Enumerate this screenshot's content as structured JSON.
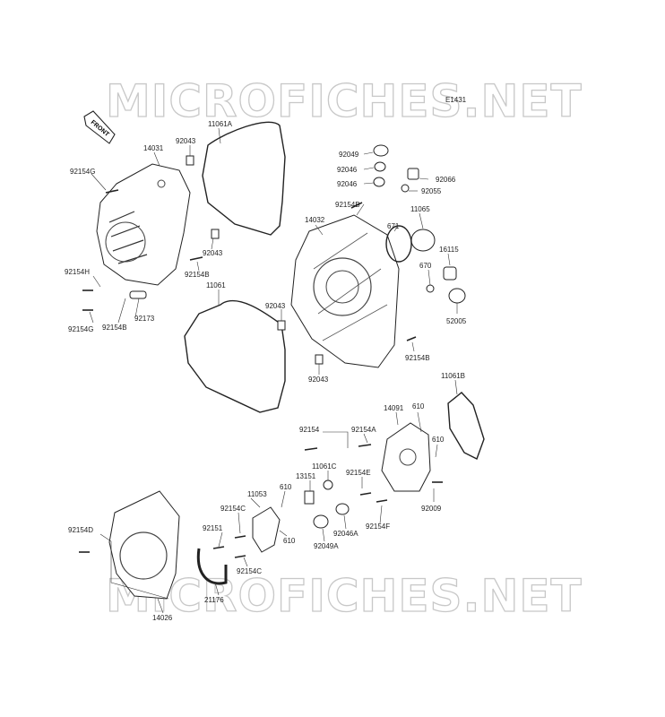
{
  "watermark": "MICROFICHES.NET",
  "diagram_code": "E1431",
  "front_label": "FRONT",
  "labels": {
    "p11061A": "11061A",
    "p14031": "14031",
    "p92043a": "92043",
    "p92154G_top": "92154G",
    "p92043b": "92043",
    "p92154B_a": "92154B",
    "p92154H": "92154H",
    "p92154G_bot": "92154G",
    "p92154B_b": "92154B",
    "p92173": "92173",
    "p11061": "11061",
    "p92043c": "92043",
    "p92043d": "92043",
    "p92049": "92049",
    "p92046a": "92046",
    "p92046b": "92046",
    "p92066": "92066",
    "p92055": "92055",
    "p92154B_c": "92154B",
    "p14032": "14032",
    "p671": "671",
    "p11065": "11065",
    "p16115": "16115",
    "p670": "670",
    "p52005": "52005",
    "p92154B_d": "92154B",
    "p11061B": "11061B",
    "p14091": "14091",
    "p610a": "610",
    "p92154": "92154",
    "p92154A": "92154A",
    "p610b": "610",
    "p11061C": "11061C",
    "p92154E": "92154E",
    "p13151": "13151",
    "p92009": "92009",
    "p11053": "11053",
    "p610c": "610",
    "p92154C_a": "92154C",
    "p92154F": "92154F",
    "p92154D": "92154D",
    "p92151": "92151",
    "p610d": "610",
    "p92046A": "92046A",
    "p92049A": "92049A",
    "p92154C_b": "92154C",
    "p21176": "21176",
    "p14026": "14026"
  }
}
